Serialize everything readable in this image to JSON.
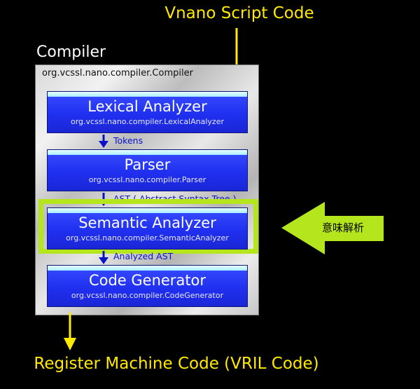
{
  "input": {
    "label": "Vnano Script Code"
  },
  "output": {
    "label": "Register Machine Code (VRIL Code)"
  },
  "compiler": {
    "title": "Compiler",
    "class_name": "org.vcssl.nano.compiler.Compiler"
  },
  "stages": [
    {
      "name": "Lexical Analyzer",
      "class_name": "org.vcssl.nano.compiler.LexicalAnalyzer"
    },
    {
      "name": "Parser",
      "class_name": "org.vcssl.nano.compiler.Parser"
    },
    {
      "name": "Semantic Analyzer",
      "class_name": "org.vcssl.nano.compiler.SemanticAnalyzer"
    },
    {
      "name": "Code Generator",
      "class_name": "org.vcssl.nano.compiler.CodeGenerator"
    }
  ],
  "flows": [
    {
      "label": "Tokens"
    },
    {
      "label": "AST ( Abstract Syntax Tree )"
    },
    {
      "label": "Analyzed AST"
    }
  ],
  "callout": {
    "label": "意味解析"
  },
  "colors": {
    "yellow": "#ffea00",
    "stage_blue": "#2030f0",
    "highlight_green": "#b5e61d",
    "flow_blue": "#0a12c8"
  }
}
